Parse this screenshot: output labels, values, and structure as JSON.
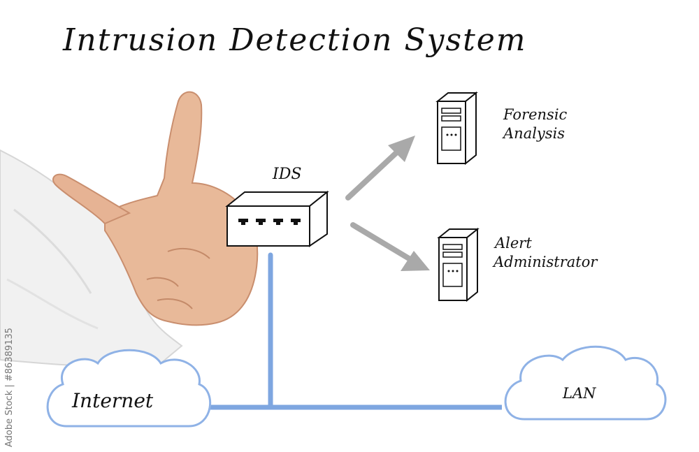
{
  "title": "Intrusion Detection System",
  "ids": {
    "label": "IDS"
  },
  "servers": [
    {
      "lines": [
        "Forensic",
        "Analysis"
      ]
    },
    {
      "lines": [
        "Alert",
        "Administrator"
      ]
    }
  ],
  "clouds": {
    "internet": "Internet",
    "lan": "LAN"
  },
  "watermark": "Adobe Stock | #86389135",
  "colors": {
    "network_line": "#7ea6e0",
    "cloud_stroke": "#8fb2e6",
    "arrow": "#a9a9a9",
    "ink": "#111111"
  }
}
